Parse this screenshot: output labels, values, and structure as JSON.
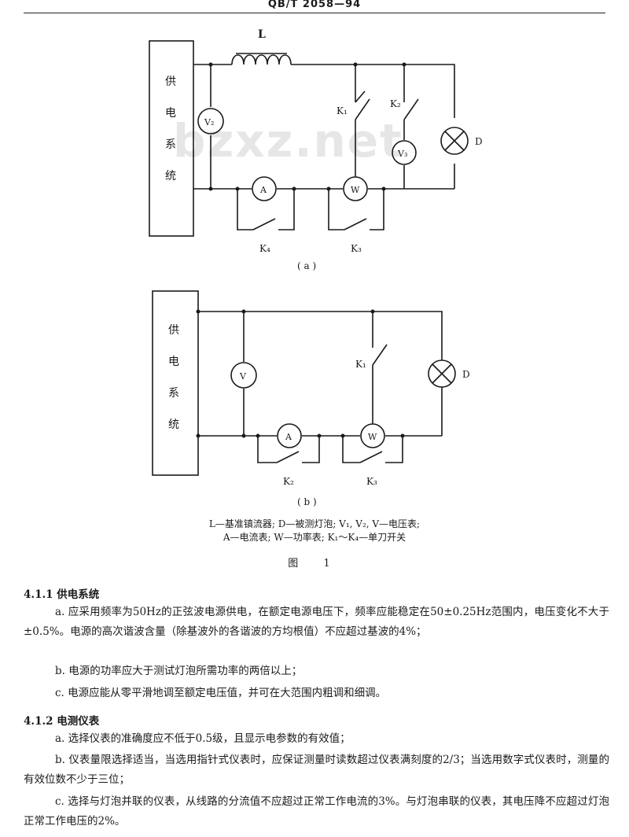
{
  "header": {
    "standard_code": "QB/T 2058—94"
  },
  "watermark": "bzxz.net",
  "figure_a": {
    "supply_box": [
      "供",
      "电",
      "系",
      "统"
    ],
    "inductor_label": "L",
    "v2_label": "V₂",
    "v3_label": "V₃",
    "ammeter_label": "A",
    "wattmeter_label": "W",
    "k1_label": "K₁",
    "k2_label": "K₂",
    "k3_label": "K₃",
    "k4_label": "K₄",
    "lamp_label": "D",
    "caption": "( a )"
  },
  "figure_b": {
    "supply_box": [
      "供",
      "电",
      "系",
      "统"
    ],
    "voltmeter_label": "V",
    "ammeter_label": "A",
    "wattmeter_label": "W",
    "k1_label": "K₁",
    "k2_label": "K₂",
    "k3_label": "K₃",
    "lamp_label": "D",
    "caption": "( b )"
  },
  "legend": {
    "line1": "L—基准镇流器; D—被测灯泡; V₁, V₂, V—电压表;",
    "line2": "A—电流表; W—功率表; K₁～K₄—单刀开关"
  },
  "figure_caption": "图 1",
  "sections": [
    {
      "title": "4.1.1 供电系统",
      "paragraphs": [
        "a. 应采用频率为50Hz的正弦波电源供电，在额定电源电压下，频率应能稳定在50±0.25Hz范围内，电压变化不大于±0.5%。电源的高次谐波含量（除基波外的各谐波的方均根值）不应超过基波的4%；",
        "b. 电源的功率应大于测试灯泡所需功率的两倍以上；",
        "c. 电源应能从零平滑地调至额定电压值，并可在大范围内粗调和细调。"
      ]
    },
    {
      "title": "4.1.2 电测仪表",
      "paragraphs": [
        "a. 选择仪表的准确度应不低于0.5级，且显示电参数的有效值；",
        "b. 仪表量限选择适当，当选用指针式仪表时，应保证测量时读数超过仪表满刻度的2/3；当选用数字式仪表时，测量的有效位数不少于三位；",
        "c. 选择与灯泡并联的仪表，从线路的分流值不应超过正常工作电流的3%。与灯泡串联的仪表，其电压降不应超过灯泡正常工作电压的2%。"
      ]
    }
  ]
}
